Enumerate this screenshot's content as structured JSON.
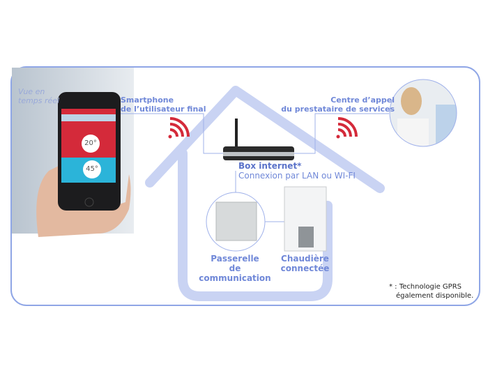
{
  "labels": {
    "realtime": [
      "Vue en",
      "temps réel"
    ],
    "smartphone": [
      "Smartphone",
      "de l’utilisateur final"
    ],
    "callcenter": [
      "Centre d’appel",
      "du prestataire de services"
    ],
    "box_title": "Box internet*",
    "box_sub": "Connexion par LAN ou WI-FI",
    "gateway": [
      "Passerelle",
      "de communication"
    ],
    "boiler": [
      "Chaudière",
      "connectée"
    ],
    "footnote": [
      "* : Technologie GPRS",
      "également disponible."
    ]
  },
  "phone_screen": {
    "temp_room": "20°",
    "temp_water": "45°"
  },
  "colors": {
    "frame": "#8fa6e6",
    "house": "#c9d3f3",
    "label": "#7088d8",
    "wifi": "#d42a3a"
  },
  "icons": [
    "wifi-icon",
    "wifi-icon",
    "router",
    "smartphone",
    "gateway",
    "boiler",
    "call-center-photo"
  ]
}
